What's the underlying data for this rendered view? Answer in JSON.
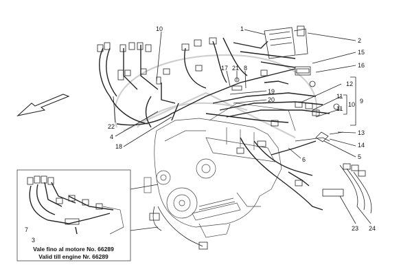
{
  "callouts": {
    "c1": "1",
    "c2": "2",
    "c3": "3",
    "c4": "4",
    "c5": "5",
    "c6": "6",
    "c7": "7",
    "c8": "8",
    "c9": "9",
    "c10a": "10",
    "c10b": "10",
    "c11a": "11",
    "c11b": "11",
    "c12": "12",
    "c13": "13",
    "c14": "14",
    "c15": "15",
    "c16": "16",
    "c17": "17",
    "c18": "18",
    "c19": "19",
    "c20": "20",
    "c21": "21",
    "c22": "22",
    "c23": "23",
    "c24": "24"
  },
  "inset": {
    "caption_it": "Vale fino al motore No. 66289",
    "caption_en": "Valid till engine Nr. 66289"
  },
  "icons": {
    "direction": "arrow-icon"
  }
}
